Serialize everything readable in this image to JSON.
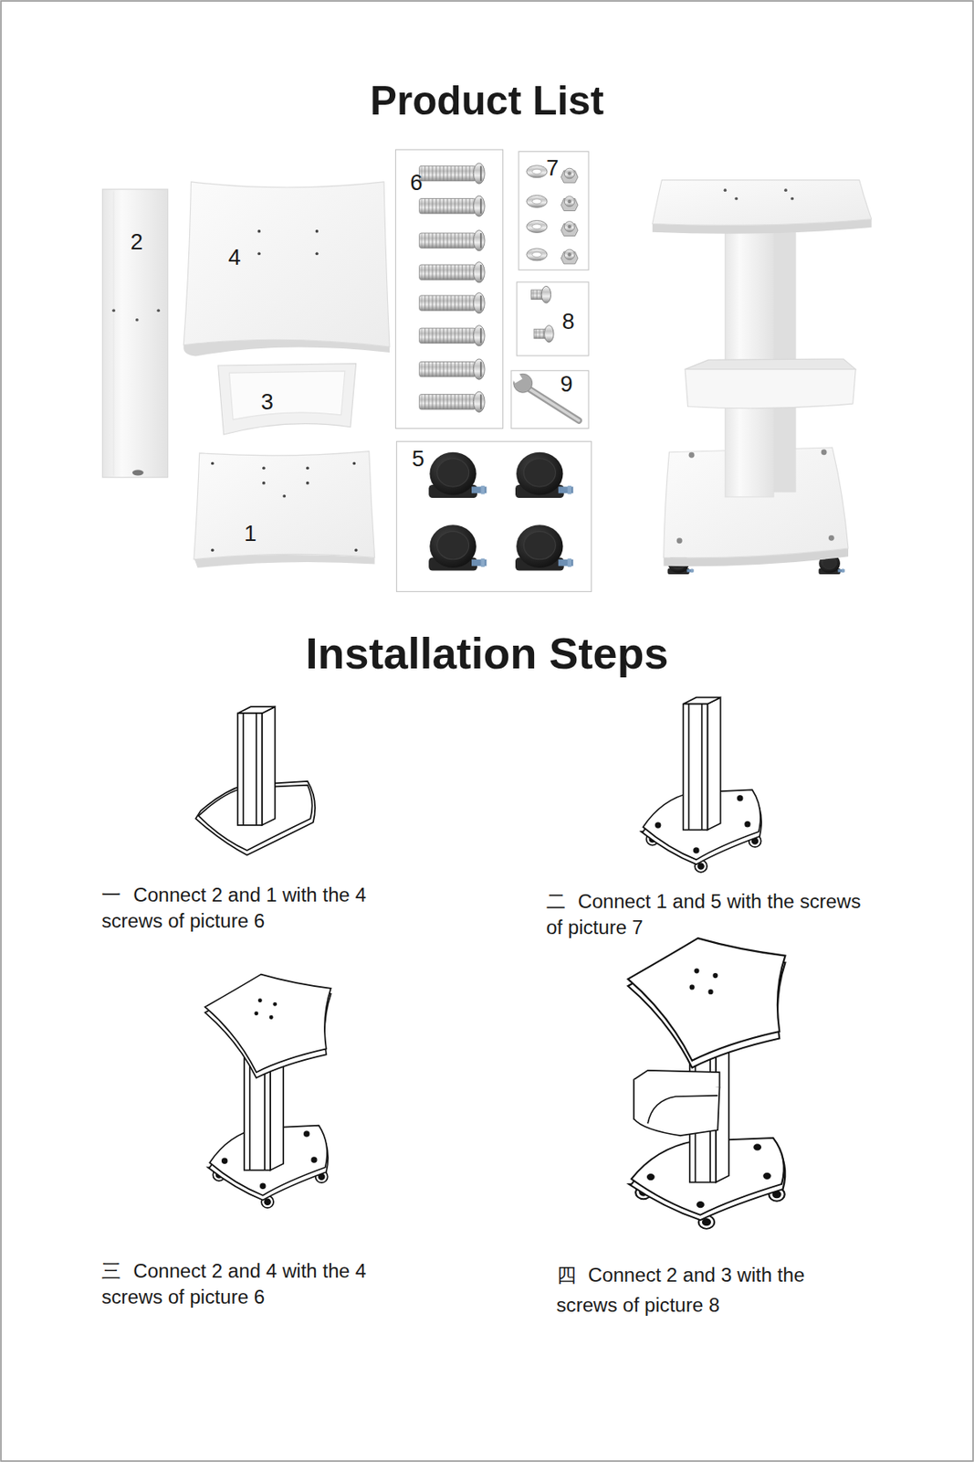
{
  "diagram": {
    "title": "Product List",
    "nodes": [
      {
        "text": [
          "6"
        ]
      },
      {
        "text": [
          "7"
        ]
      },
      {
        "text": [
          "8"
        ]
      },
      {
        "text": [
          "9"
        ]
      },
      {
        "text": [
          "5"
        ]
      }
    ],
    "labels": [
      "2",
      "4",
      "3",
      "1",
      "Installation Steps",
      "一",
      "Connect 2 and 1 with the 4 screws of picture 6",
      "二",
      "Connect 1 and 5 with the screws of picture 7",
      "三",
      "Connect 2 and 4 with the 4 screws of picture 6",
      "四",
      "Connect 2 and 3 with the screws of picture 8"
    ]
  }
}
